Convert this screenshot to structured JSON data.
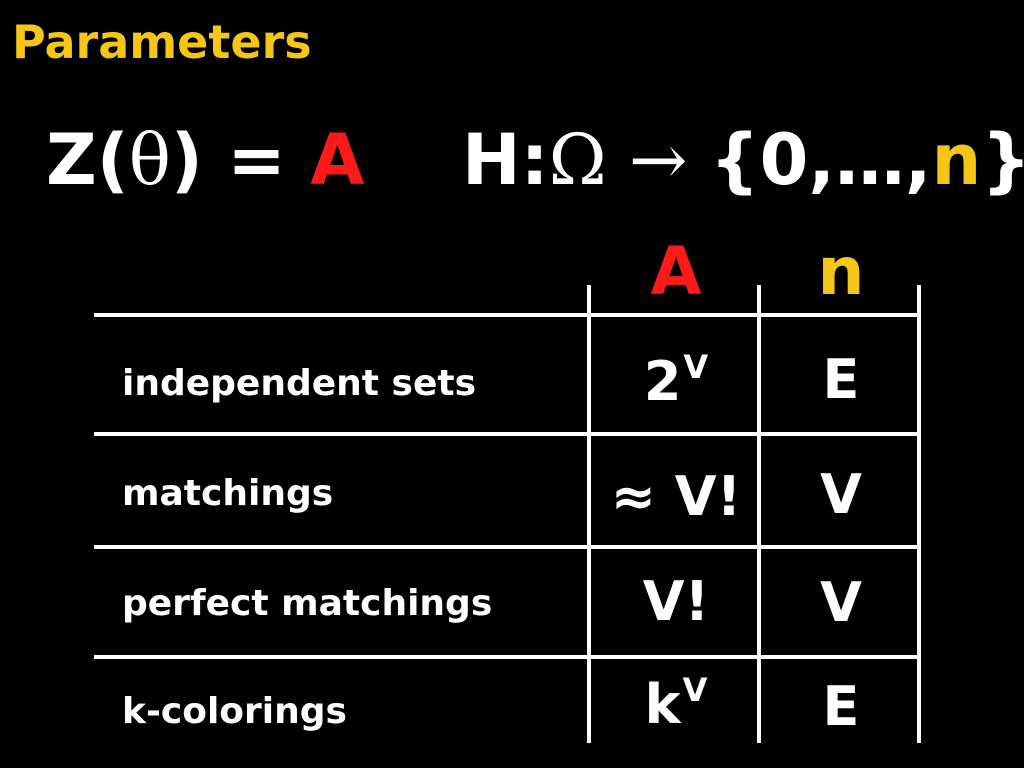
{
  "slide": {
    "title": "Parameters"
  },
  "formula_left": {
    "prefix": "Z(",
    "theta": "θ",
    "middle": ") = ",
    "rhs": "A"
  },
  "formula_right": {
    "prefix": "H:",
    "omega": "Ω",
    "arrow": " → ",
    "open": "{0,…,",
    "n": "n",
    "close": "}"
  },
  "table": {
    "headers": [
      "A",
      "n"
    ],
    "rows": [
      {
        "label": "independent sets",
        "a_base": "2",
        "a_sup": "V",
        "n": "E"
      },
      {
        "label": "matchings",
        "a_base": "≈ V!",
        "a_sup": "",
        "n": "V"
      },
      {
        "label": "perfect matchings",
        "a_base": "V!",
        "a_sup": "",
        "n": "V"
      },
      {
        "label": "k-colorings",
        "a_base": "k",
        "a_sup": "V",
        "n": "E"
      }
    ]
  },
  "colors": {
    "background": "#000000",
    "title": "#f5c518",
    "accent_red": "#ff1a1a",
    "accent_yellow": "#f5c518",
    "text": "#ffffff"
  }
}
